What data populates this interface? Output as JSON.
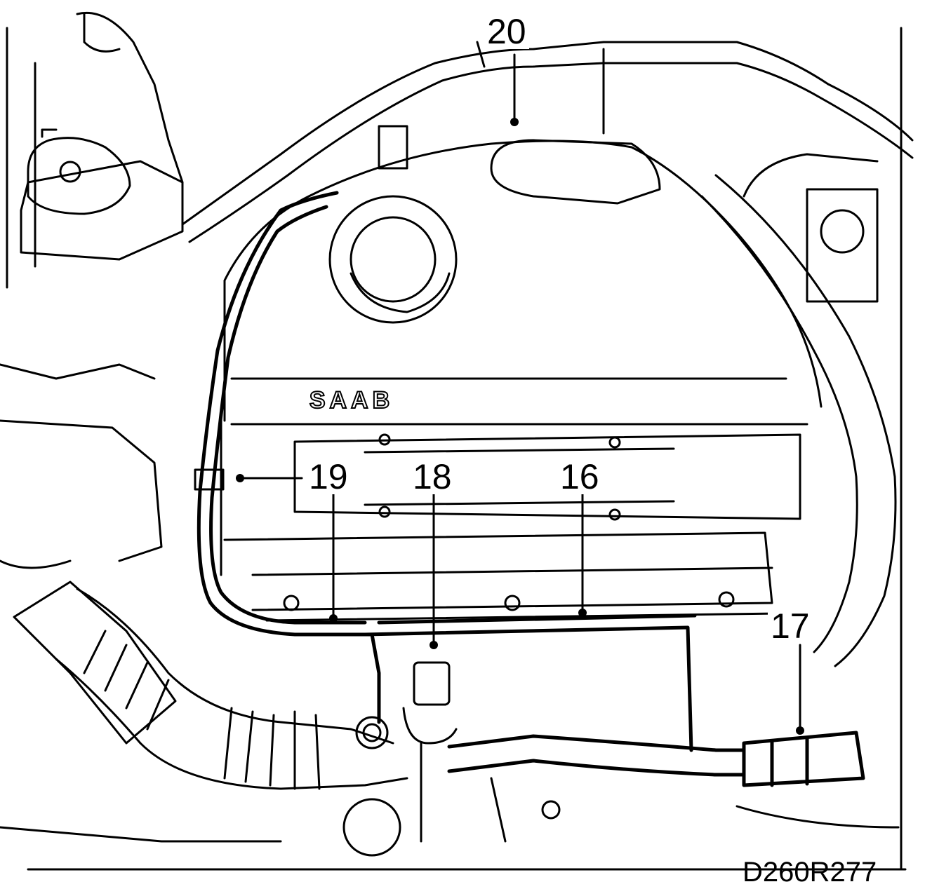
{
  "figure": {
    "code": "D260R277",
    "engine_brand": "SAAB"
  },
  "callouts": [
    {
      "number": "20"
    },
    {
      "number": "19"
    },
    {
      "number": "18"
    },
    {
      "number": "16"
    },
    {
      "number": "17"
    }
  ],
  "colors": {
    "line": "#000000",
    "background": "#ffffff"
  }
}
